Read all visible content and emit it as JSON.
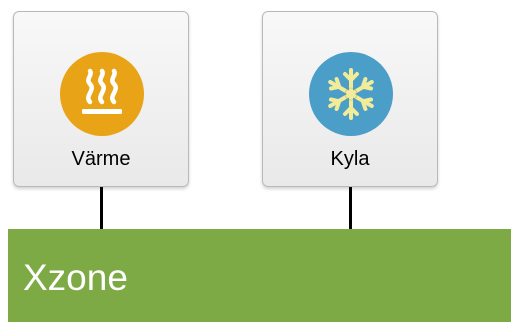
{
  "devices": [
    {
      "label": "Värme",
      "icon": "heat-waves-icon",
      "icon_color": "#e8a317"
    },
    {
      "label": "Kyla",
      "icon": "snowflake-icon",
      "icon_color": "#4b9ec8"
    }
  ],
  "zone": {
    "label": "Xzone",
    "color": "#7daa45"
  }
}
